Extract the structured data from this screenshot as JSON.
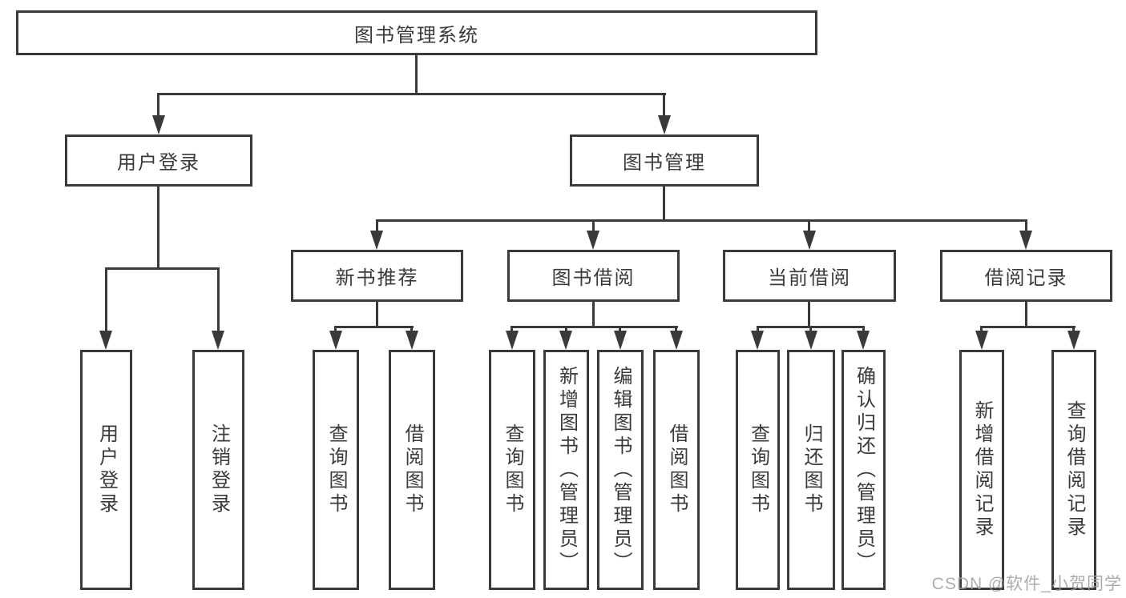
{
  "diagram_title": "图书管理系统",
  "watermark": "CSDN @软件_小贺同学",
  "colors": {
    "line": "#3a3a3a",
    "box_border": "#3a3a3a",
    "box_background": "#ffffff",
    "text": "#3a3a3a",
    "watermark": "#9e9e9e",
    "background": "#ffffff"
  },
  "tree": {
    "root": {
      "label": "图书管理系统",
      "children": [
        {
          "label": "用户登录",
          "children": [
            {
              "label": "用户登录"
            },
            {
              "label": "注销登录"
            }
          ]
        },
        {
          "label": "图书管理",
          "children": [
            {
              "label": "新书推荐",
              "children": [
                {
                  "label": "查询图书"
                },
                {
                  "label": "借阅图书"
                }
              ]
            },
            {
              "label": "图书借阅",
              "children": [
                {
                  "label": "查询图书"
                },
                {
                  "label": "新增图书（管理员）"
                },
                {
                  "label": "编辑图书（管理员）"
                },
                {
                  "label": "借阅图书"
                }
              ]
            },
            {
              "label": "当前借阅",
              "children": [
                {
                  "label": "查询图书"
                },
                {
                  "label": "归还图书"
                },
                {
                  "label": "确认归还（管理员）"
                }
              ]
            },
            {
              "label": "借阅记录",
              "children": [
                {
                  "label": "新增借阅记录"
                },
                {
                  "label": "查询借阅记录"
                }
              ]
            }
          ]
        }
      ]
    }
  }
}
